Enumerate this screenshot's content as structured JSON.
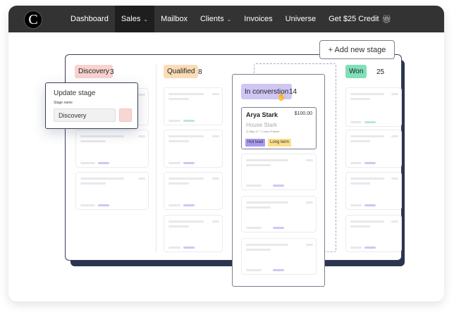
{
  "nav": {
    "logo": "C",
    "items": [
      {
        "label": "Dashboard"
      },
      {
        "label": "Sales",
        "dropdown": true,
        "active": true
      },
      {
        "label": "Mailbox"
      },
      {
        "label": "Clients",
        "dropdown": true
      },
      {
        "label": "Invoices"
      },
      {
        "label": "Universe"
      },
      {
        "label": "Get $25 Credit",
        "icon": "gift-icon"
      }
    ]
  },
  "board": {
    "add_stage": "+ Add new stage",
    "columns": [
      {
        "name": "Discovery",
        "count": "3",
        "color": "#f8d3cf"
      },
      {
        "name": "Qualified",
        "count": "8",
        "color": "#fbdcb8"
      },
      {
        "name": "In converstion",
        "count": "14",
        "color": "#cfc6f4"
      },
      {
        "name": "Won",
        "count": "25",
        "color": "#7fe0ba"
      }
    ]
  },
  "popover": {
    "title": "Update stage",
    "label": "Stage name",
    "value": "Discovery"
  },
  "card": {
    "name": "Arya Stark",
    "price": "$100.00",
    "company": "House Stark",
    "meta": "◷ May 17   ⚇ Laura Palmer",
    "tags": [
      {
        "label": "Hot lead",
        "color": "#a99af0"
      },
      {
        "label": "Long term",
        "color": "#fbe08a"
      }
    ]
  }
}
